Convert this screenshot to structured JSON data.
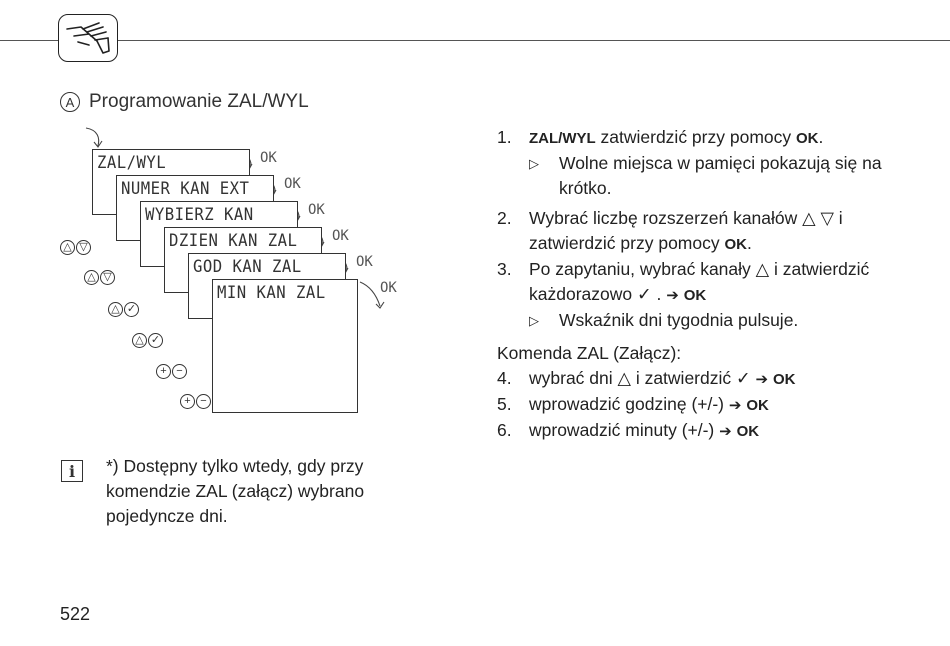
{
  "header": {
    "icon": "hand-pointer-icon"
  },
  "section": {
    "letter": "A",
    "title": "Programowanie ZAL/WYL"
  },
  "diagram": {
    "screens": [
      "ZAL/WYL",
      "NUMER KAN EXT",
      "WYBIERZ KAN",
      "DZIEN KAN ZAL",
      "GOD KAN ZAL",
      "MIN KAN ZAL"
    ],
    "ok_label": "OK",
    "button_pairs": [
      [
        "△",
        "▽"
      ],
      [
        "△",
        "▽"
      ],
      [
        "△",
        "✓"
      ],
      [
        "△",
        "✓"
      ],
      [
        "+",
        "−"
      ],
      [
        "+",
        "−"
      ]
    ]
  },
  "note": {
    "icon": "info-icon",
    "text": "*) Dostępny tylko wtedy, gdy przy komendzie ZAL (załącz) wybrano pojedyncze dni."
  },
  "steps": {
    "s1_num": "1.",
    "s1_kw": "ZAL/WYL",
    "s1_text": " zatwierdzić przy pomocy ",
    "s1_ok": "OK",
    "s1_end": ".",
    "s1_sub": "Wolne miejsca w pamięci pokazują się na krótko.",
    "s2_num": "2.",
    "s2_text": "Wybrać liczbę rozszerzeń kanałów △ ▽ i zatwierdzić przy pomocy ",
    "s2_ok": "OK",
    "s2_end": ".",
    "s3_num": "3.",
    "s3_text": "Po zapytaniu, wybrać kanały △ i zatwierdzić każdorazowo ✓ . ",
    "s3_arrow": "➔",
    "s3_ok": "OK",
    "s3_sub": "Wskaźnik dni tygodnia pulsuje.",
    "komenda": "Komenda ZAL (Załącz):",
    "s4_num": "4.",
    "s4_text": "wybrać dni △ i zatwierdzić ✓ ",
    "s4_arrow": "➔",
    "s4_ok": "OK",
    "s5_num": "5.",
    "s5_text": "wprowadzić godzinę (+/-) ",
    "s5_arrow": "➔",
    "s5_ok": "OK",
    "s6_num": "6.",
    "s6_text": "wprowadzić minuty (+/-) ",
    "s6_arrow": "➔",
    "s6_ok": "OK",
    "sub_marker": "▷"
  },
  "page": {
    "number": "522"
  }
}
